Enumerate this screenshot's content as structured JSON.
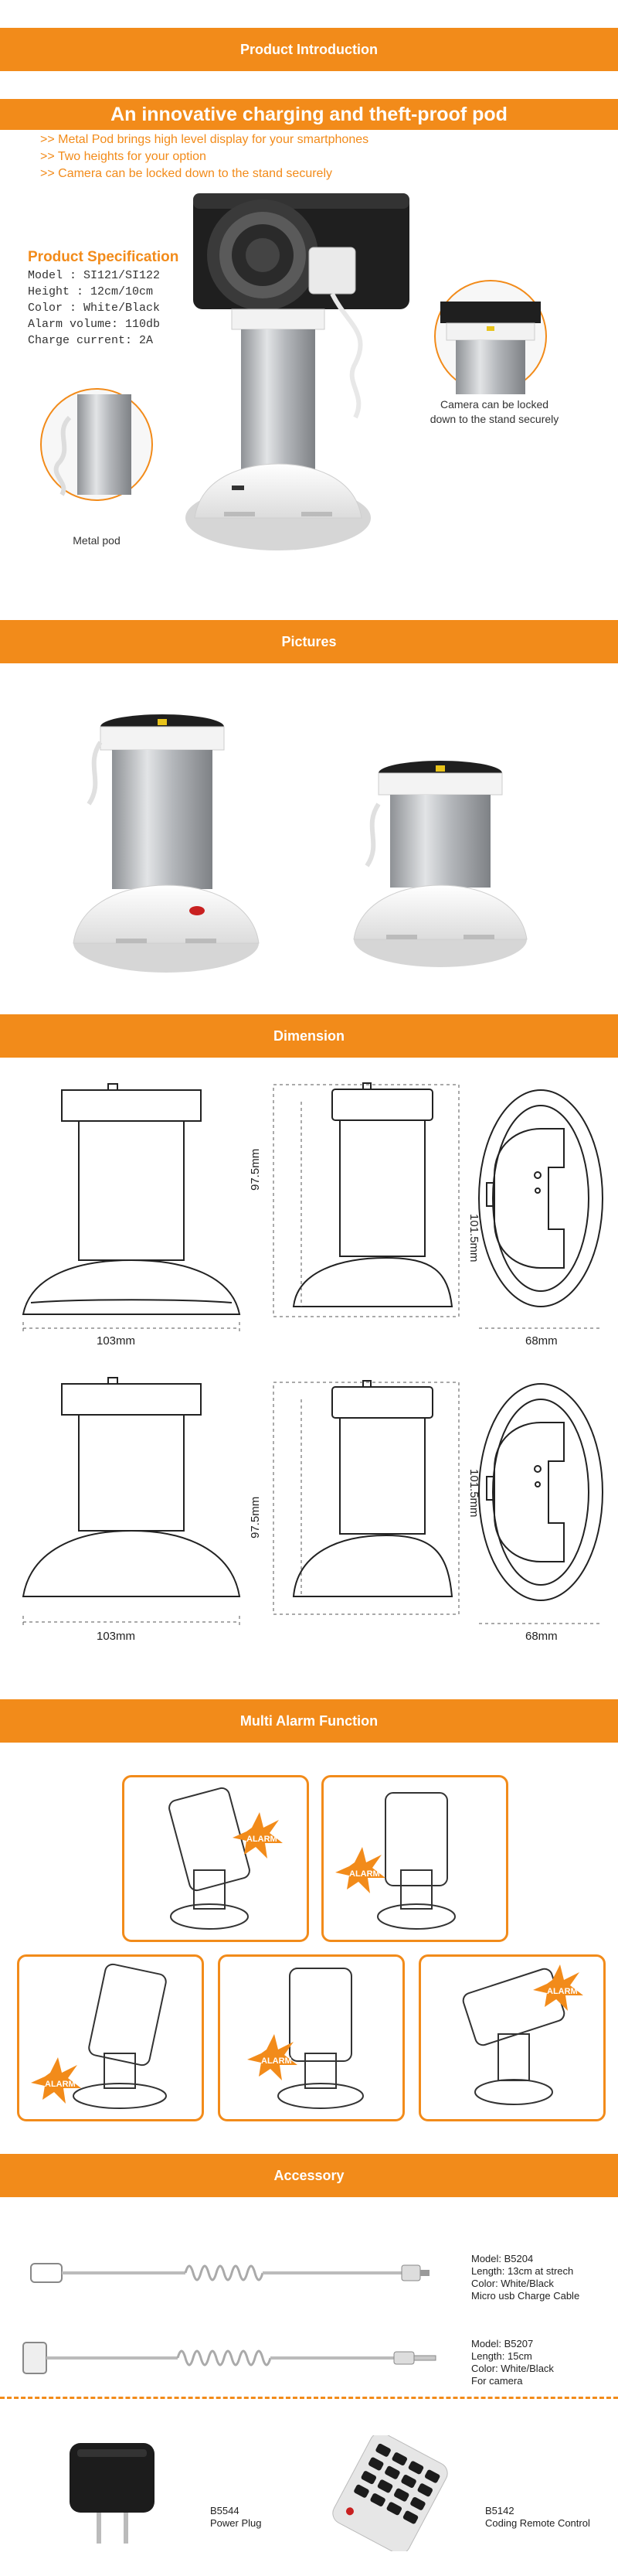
{
  "sections": {
    "intro": "Product Introduction",
    "pictures": "Pictures",
    "dimension": "Dimension",
    "alarm": "Multi Alarm Function",
    "accessory": "Accessory"
  },
  "intro": {
    "slogan": "An innovative charging and theft-proof pod",
    "features": [
      ">> Metal Pod brings high level display for your smartphones",
      ">> Two heights for your option",
      ">> Camera can be locked down to the stand securely"
    ],
    "spec_title": "Product Specification",
    "spec": [
      "Model : SI121/SI122",
      "Height : 12cm/10cm",
      "Color : White/Black",
      "Alarm volume: 110db",
      "Charge current: 2A"
    ],
    "caption_lock": [
      "Camera can be locked",
      "down to the stand securely"
    ],
    "caption_pod": "Metal pod"
  },
  "dimension": {
    "width": "103mm",
    "h_small": "97.5mm",
    "h_large": "101.5mm",
    "depth": "68mm"
  },
  "alarm": {
    "label": "ALARM"
  },
  "accessory": {
    "items": [
      {
        "lines": [
          "Model: B5204",
          "Length: 13cm at strech",
          "Color: White/Black",
          "Micro usb Charge Cable"
        ]
      },
      {
        "lines": [
          "Model: B5207",
          "Length: 15cm",
          "Color: White/Black",
          "For camera"
        ]
      },
      {
        "lines": [
          "B5544",
          "Power Plug"
        ]
      },
      {
        "lines": [
          "B5142",
          "Coding Remote Control"
        ]
      }
    ]
  },
  "colors": {
    "accent": "#f28b1a",
    "metal": "#b9bcc0",
    "base": "#f3f3f3"
  }
}
